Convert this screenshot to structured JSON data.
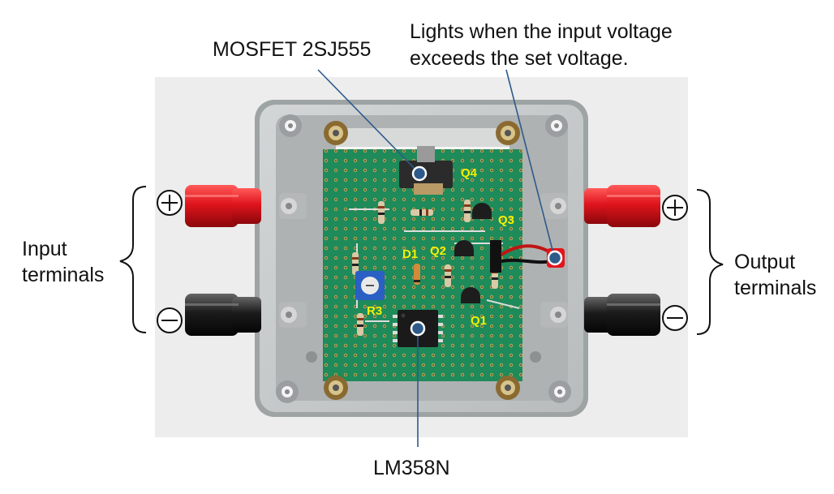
{
  "callouts": {
    "mosfet": "MOSFET 2SJ555",
    "led_line1": "Lights when the input voltage",
    "led_line2": "exceeds the set voltage.",
    "opamp": "LM358N"
  },
  "side_labels": {
    "input_line1": "Input",
    "input_line2": "terminals",
    "output_line1": "Output",
    "output_line2": "terminals"
  },
  "polarity": {
    "plus": "+",
    "minus": "−"
  },
  "component_labels": {
    "q4": "Q4",
    "q3": "Q3",
    "q2": "Q2",
    "q1": "Q1",
    "d1": "D1",
    "r3": "R3"
  },
  "colors": {
    "pcb": "#1f8a5a",
    "enclosure": "#c9cccc",
    "positive_terminal": "#e0141c",
    "negative_terminal": "#161616",
    "led": "#e2141c",
    "callout_line": "#2d5a8a",
    "component_label": "#f2f200"
  }
}
